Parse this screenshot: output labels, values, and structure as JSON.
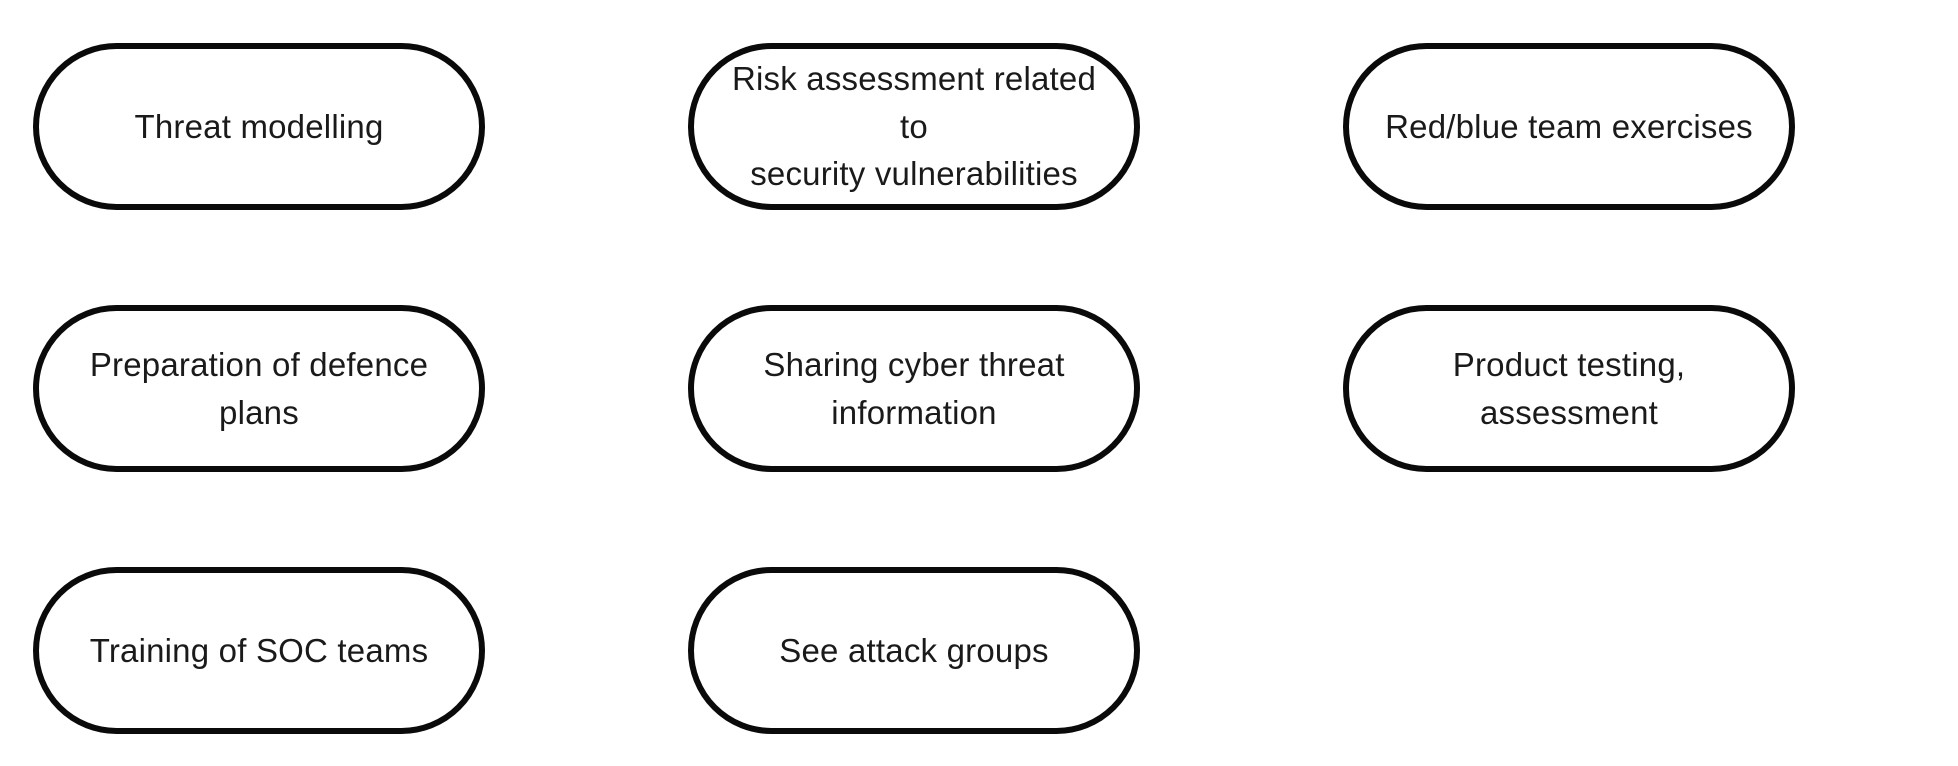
{
  "diagram": {
    "description": "Grid of stadium-shaped diagram nodes listing cyber-security activities",
    "colors": {
      "background": "#ffffff",
      "node_fill": "#ffffff",
      "node_border": "#0a0a0a",
      "node_text": "#1a1a1a"
    },
    "nodes": [
      {
        "label": "Threat modelling"
      },
      {
        "label": "Risk assessment related to\nsecurity vulnerabilities"
      },
      {
        "label": "Red/blue team exercises"
      },
      {
        "label": "Preparation of defence\nplans"
      },
      {
        "label": "Sharing cyber threat\ninformation"
      },
      {
        "label": "Product testing,\nassessment"
      },
      {
        "label": "Training of SOC teams"
      },
      {
        "label": "See attack groups"
      }
    ]
  }
}
